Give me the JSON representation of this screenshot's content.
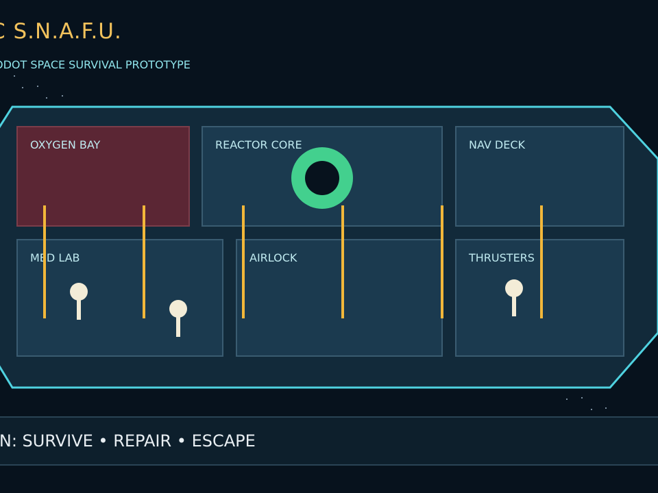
{
  "header": {
    "title": "C S.N.A.F.U.",
    "subtitle": "ODOT SPACE SURVIVAL PROTOTYPE"
  },
  "rooms": [
    {
      "id": "oxygen-bay",
      "label": "OXYGEN BAY",
      "state": "alert"
    },
    {
      "id": "reactor-core",
      "label": "REACTOR CORE",
      "state": "normal"
    },
    {
      "id": "nav-deck",
      "label": "NAV DECK",
      "state": "normal"
    },
    {
      "id": "med-lab",
      "label": "MED LAB",
      "state": "normal"
    },
    {
      "id": "airlock",
      "label": "AIRLOCK",
      "state": "normal"
    },
    {
      "id": "thrusters",
      "label": "THRUSTERS",
      "state": "normal"
    }
  ],
  "status": {
    "objective": "ON: SURVIVE • REPAIR • ESCAPE"
  },
  "colors": {
    "background": "#07121d",
    "title": "#f2c25c",
    "hull_outline": "#4fd2e0",
    "alert_room": "#5b2634",
    "room": "#1b3a4f",
    "beam": "#f2b73a",
    "reactor_ring": "#43d08e",
    "crew": "#f3ecd7"
  }
}
